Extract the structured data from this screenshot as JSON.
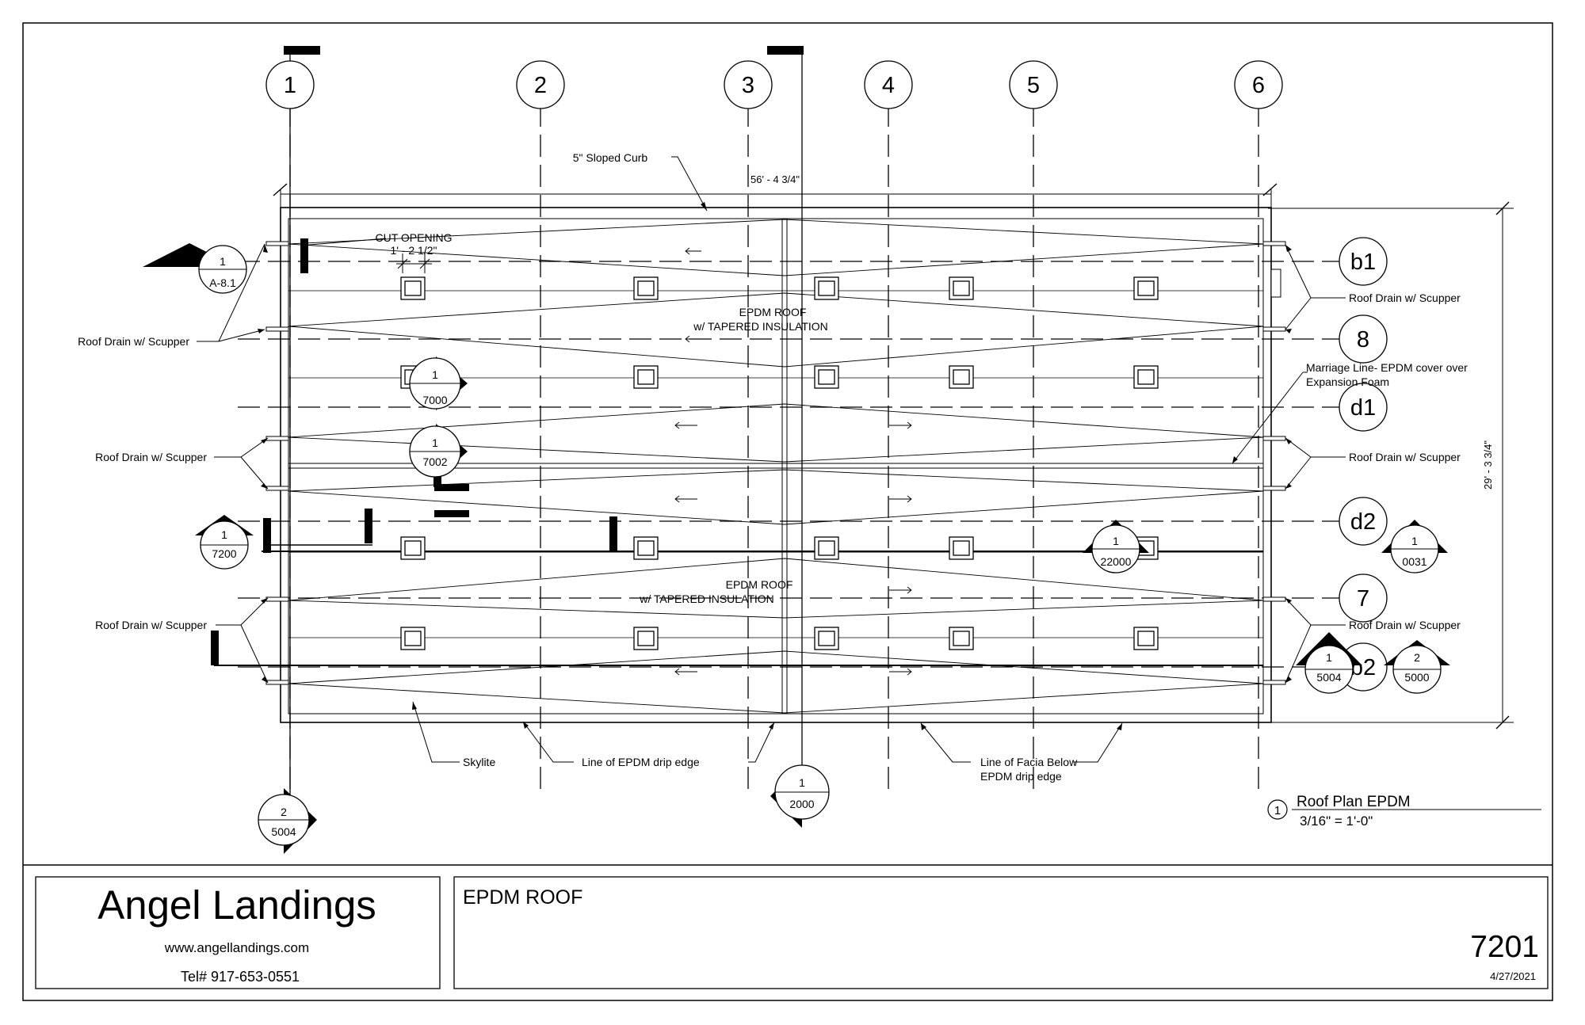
{
  "grid_columns": [
    "1",
    "2",
    "3",
    "4",
    "5",
    "6"
  ],
  "grid_rows": [
    "b1",
    "8",
    "d1",
    "d2",
    "7",
    "b2"
  ],
  "dimensions": {
    "width": "56' - 4 3/4\"",
    "height": "29' - 3 3/4\""
  },
  "notes": {
    "sloped_curb": "5\" Sloped Curb",
    "cut_opening": "CUT OPENING",
    "cut_opening_dim": "1' - 2 1/2\"",
    "epdm_roof": "EPDM ROOF",
    "tapered_insulation": "w/ TAPERED INSULATION",
    "roof_drain": "Roof Drain w/ Scupper",
    "marriage_line_1": "Marriage Line- EPDM cover over",
    "marriage_line_2": "Expansion Foam",
    "skylite": "Skylite",
    "epdm_drip_edge": "Line of EPDM drip edge",
    "facia_below_1": "Line of Facia Below",
    "facia_below_2": "EPDM drip edge"
  },
  "section_marks": [
    {
      "num": "1",
      "sheet": "A-8.1"
    },
    {
      "num": "1",
      "sheet": "7000"
    },
    {
      "num": "1",
      "sheet": "7002"
    },
    {
      "num": "1",
      "sheet": "7200"
    },
    {
      "num": "1",
      "sheet": "22000"
    },
    {
      "num": "1",
      "sheet": "0031"
    },
    {
      "num": "1",
      "sheet": "5004"
    },
    {
      "num": "2",
      "sheet": "5000"
    },
    {
      "num": "1",
      "sheet": "2000"
    },
    {
      "num": "2",
      "sheet": "5004"
    }
  ],
  "view_title": {
    "num": "1",
    "name": "Roof Plan EPDM",
    "scale": "3/16\" = 1'-0\""
  },
  "title_block": {
    "company": "Angel Landings",
    "website": "www.angellandings.com",
    "phone": "Tel# 917-653-0551",
    "sheet_title": "EPDM ROOF",
    "sheet_number": "7201",
    "date": "4/27/2021"
  }
}
